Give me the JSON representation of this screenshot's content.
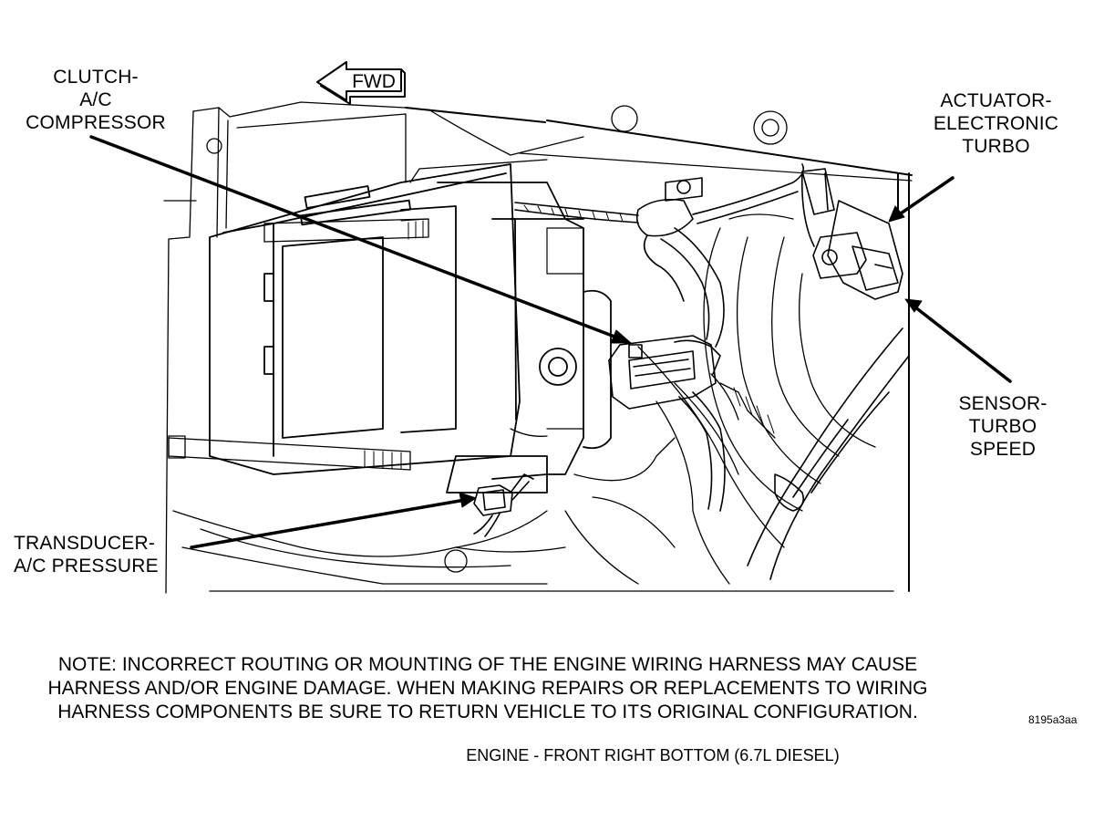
{
  "labels": {
    "fwd": "FWD",
    "clutch": "CLUTCH-\nA/C\nCOMPRESSOR",
    "actuator": "ACTUATOR-\nELECTRONIC\nTURBO",
    "sensor": "SENSOR-\nTURBO\nSPEED",
    "transducer": "TRANSDUCER-\nA/C PRESSURE"
  },
  "note": "NOTE: INCORRECT ROUTING OR MOUNTING OF THE ENGINE WIRING HARNESS MAY CAUSE\nHARNESS AND/OR ENGINE DAMAGE. WHEN MAKING REPAIRS OR REPLACEMENTS TO WIRING\nHARNESS COMPONENTS BE SURE TO RETURN VEHICLE TO ITS ORIGINAL CONFIGURATION.",
  "figure_ref": "8195a3aa",
  "caption": "ENGINE - FRONT RIGHT BOTTOM  (6.7L DIESEL)"
}
